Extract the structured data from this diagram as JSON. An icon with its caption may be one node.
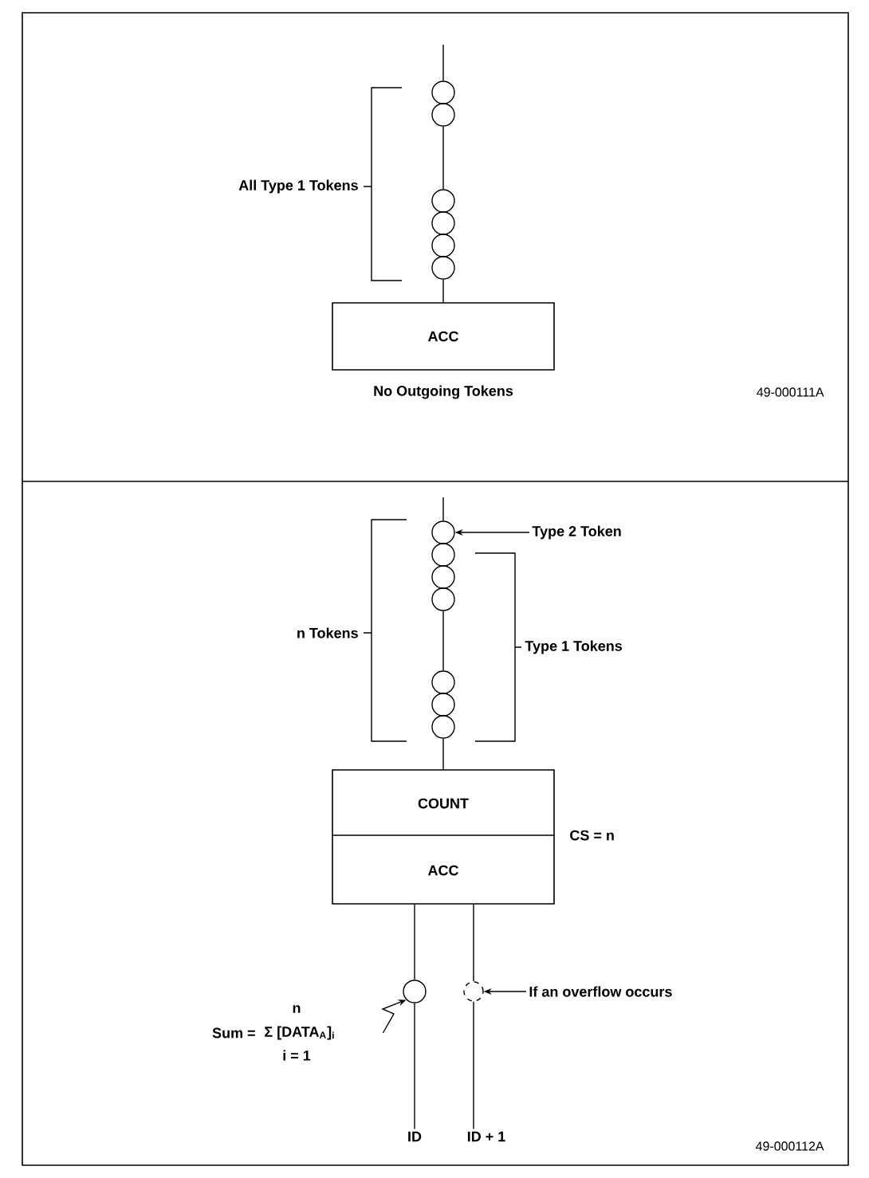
{
  "diagram": {
    "nodes": [
      {
        "text": [
          "ACC"
        ],
        "beside": [
          "No Outgoing Tokens"
        ]
      },
      {
        "text": [],
        "shape": "circle"
      },
      {
        "text": [],
        "shape": "circle"
      },
      {
        "text": [],
        "shape": "circle"
      },
      {
        "text": [],
        "shape": "circle"
      },
      {
        "text": [],
        "shape": "circle"
      },
      {
        "text": [],
        "shape": "circle"
      },
      {
        "text": [
          "COUNT",
          "ACC"
        ],
        "beside": [
          "CS = n"
        ]
      },
      {
        "text": [],
        "shape": "circle"
      },
      {
        "text": [],
        "shape": "circle"
      },
      {
        "text": [],
        "shape": "circle"
      },
      {
        "text": [],
        "shape": "circle"
      },
      {
        "text": [],
        "shape": "circle"
      },
      {
        "text": [],
        "shape": "circle"
      },
      {
        "text": [],
        "shape": "circle"
      },
      {
        "text": [
          "Type 2 Token"
        ]
      },
      {
        "text": [],
        "shape": "circle"
      },
      {
        "text": [],
        "shape": "circle"
      },
      {
        "text": [
          "ID"
        ]
      },
      {
        "text": [
          "ID + 1"
        ]
      },
      {
        "text": [
          "If an overflow occurs"
        ]
      },
      {
        "text": [
          "Sum =",
          "n",
          "Σ [DATA$_{A}$]$_{i}$",
          "i = 1"
        ]
      }
    ],
    "edges": [
      {
        "from": null,
        "to": 1,
        "arrow": "none"
      },
      {
        "from": 2,
        "to": 3,
        "arrow": "none"
      },
      {
        "from": 6,
        "to": 0,
        "arrow": "none"
      },
      {
        "from": 15,
        "to": 8,
        "arrow": "to"
      },
      {
        "from": null,
        "to": 8,
        "arrow": "none"
      },
      {
        "from": 11,
        "to": 12,
        "arrow": "none"
      },
      {
        "from": 14,
        "to": 7,
        "arrow": "none"
      },
      {
        "from": 7,
        "to": 16,
        "arrow": "none"
      },
      {
        "from": 16,
        "to": 18,
        "arrow": "none"
      },
      {
        "from": 7,
        "to": 17,
        "arrow": "none"
      },
      {
        "from": 17,
        "to": 19,
        "arrow": "none"
      },
      {
        "from": 20,
        "to": 17,
        "arrow": "to"
      },
      {
        "from": 21,
        "to": 16,
        "arrow": "to"
      }
    ],
    "labels": [
      "All Type 1 Tokens",
      "49-000111A",
      "n Tokens",
      "Type 1 Tokens",
      "49-000112A"
    ]
  }
}
